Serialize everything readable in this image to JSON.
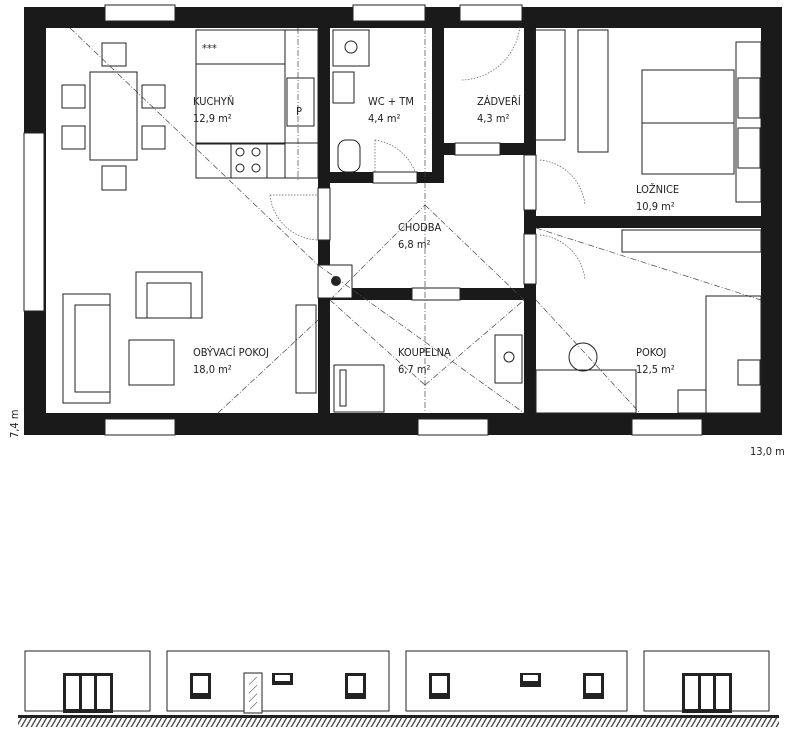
{
  "rooms": [
    {
      "name": "KUCHYŇ",
      "area": "12,9 m²"
    },
    {
      "name": "WC + TM",
      "area": "4,4 m²"
    },
    {
      "name": "ZÁDVEŘÍ",
      "area": "4,3 m²"
    },
    {
      "name": "LOŽNICE",
      "area": "10,9 m²"
    },
    {
      "name": "CHODBA",
      "area": "6,8 m²"
    },
    {
      "name": "OBÝVACÍ POKOJ",
      "area": "18,0 m²"
    },
    {
      "name": "KOUPELNA",
      "area": "6,7 m²"
    },
    {
      "name": "POKOJ",
      "area": "12,5 m²"
    }
  ],
  "dimensions": {
    "depth": "7,4 m",
    "width": "13,0 m"
  },
  "appliances": {
    "hob_label": "***",
    "sink_label": "P"
  }
}
